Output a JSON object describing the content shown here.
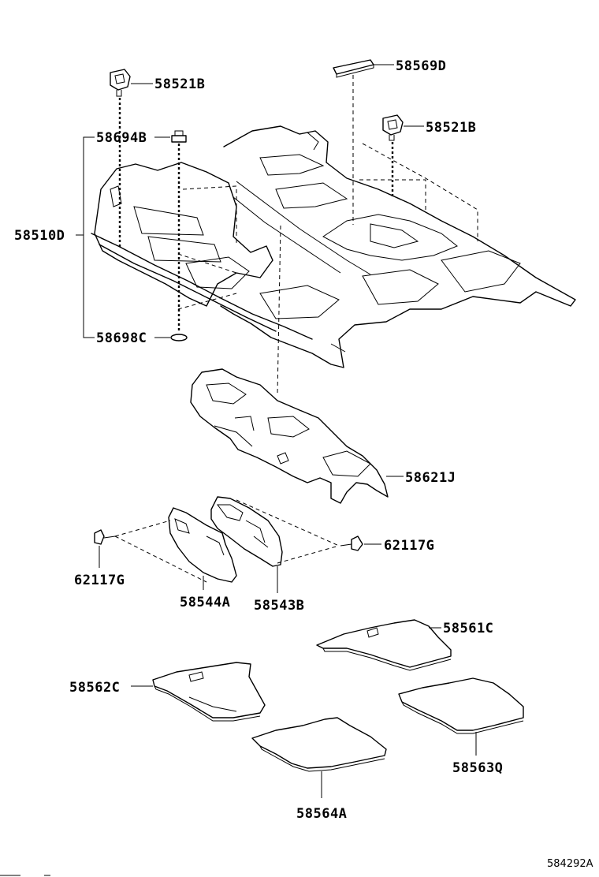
{
  "labels": {
    "l58521B_top": "58521B",
    "l58569D": "58569D",
    "l58521B_right": "58521B",
    "l58694B": "58694B",
    "l58510D": "58510D",
    "l58698C": "58698C",
    "l58621J": "58621J",
    "l62117G_right": "62117G",
    "l62117G_left": "62117G",
    "l58544A": "58544A",
    "l58543B": "58543B",
    "l58561C": "58561C",
    "l58562C": "58562C",
    "l58563Q": "58563Q",
    "l58564A": "58564A"
  },
  "diagram_ref": "584292A"
}
